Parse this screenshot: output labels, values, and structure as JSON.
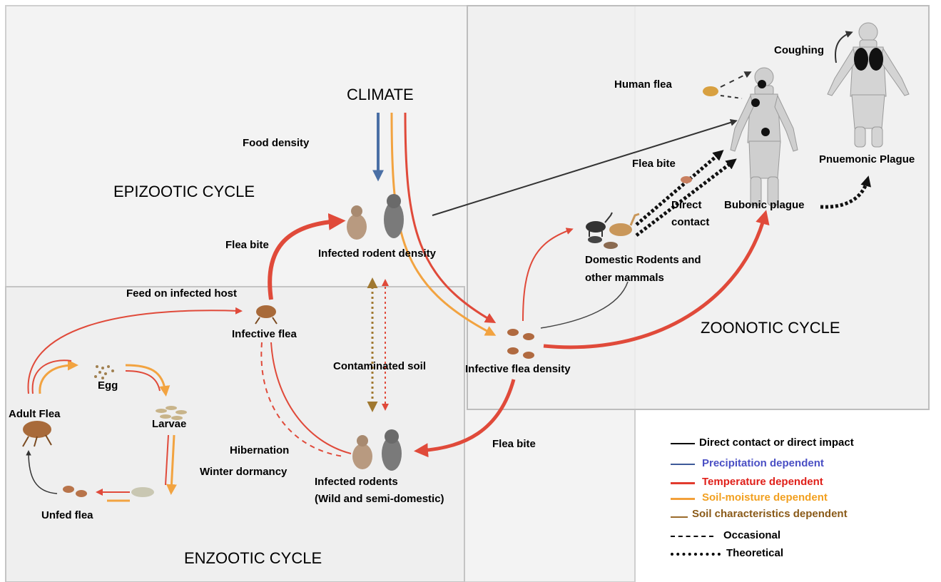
{
  "cycles": {
    "epizootic": "EPIZOOTIC CYCLE",
    "enzootic": "ENZOOTIC CYCLE",
    "zoonotic": "ZOONOTIC CYCLE"
  },
  "nodes": {
    "climate": "CLIMATE",
    "food_density": "Food density",
    "infected_rodent_density": "Infected rodent density",
    "flea_bite_1": "Flea bite",
    "feed_on_infected_host": "Feed on infected host",
    "infective_flea": "Infective flea",
    "contaminated_soil": "Contaminated soil",
    "infective_flea_density": "Infective flea density",
    "flea_bite_2": "Flea bite",
    "hibernation": "Hibernation",
    "winter_dormancy": "Winter dormancy",
    "infected_rodents_1": "Infected rodents",
    "infected_rodents_2": "(Wild and semi-domestic)",
    "egg": "Egg",
    "larvae": "Larvae",
    "adult_flea": "Adult Flea",
    "unfed_flea": "Unfed flea",
    "domestic_1": "Domestic Rodents and",
    "domestic_2": "other mammals",
    "flea_bite_3": "Flea bite",
    "direct_contact_1": "Direct",
    "direct_contact_2": "contact",
    "bubonic_plague": "Bubonic plague",
    "pneumonic_plague": "Pnuemonic Plague",
    "human_flea": "Human flea",
    "coughing": "Coughing"
  },
  "legend": [
    {
      "label": "Direct contact or direct impact",
      "color": "#000000",
      "text_color": "#000000",
      "style": "solid"
    },
    {
      "label": "Precipitation dependent",
      "color": "#3d5a99",
      "text_color": "#4a4fc4",
      "style": "solid"
    },
    {
      "label": "Temperature dependent",
      "color": "#e23b2e",
      "text_color": "#e0201a",
      "style": "solid"
    },
    {
      "label": "Soil-moisture dependent",
      "color": "#f2a03a",
      "text_color": "#f2a020",
      "style": "solid"
    },
    {
      "label": "Soil characteristics dependent",
      "color": "#9a6a2a",
      "text_color": "#8a5a18",
      "style": "solid"
    },
    {
      "label": "Occasional",
      "color": "#000000",
      "text_color": "#000000",
      "style": "dashed"
    },
    {
      "label": "Theoretical",
      "color": "#000000",
      "text_color": "#000000",
      "style": "dotted"
    }
  ],
  "colors": {
    "temperature": "#e04a3a",
    "precipitation": "#4a6fa5",
    "soil_moisture": "#f2a340",
    "soil_characteristics": "#a07830",
    "direct": "#333333",
    "region_fill": "#f1f1f1",
    "region_stroke": "#c8c8c8"
  }
}
